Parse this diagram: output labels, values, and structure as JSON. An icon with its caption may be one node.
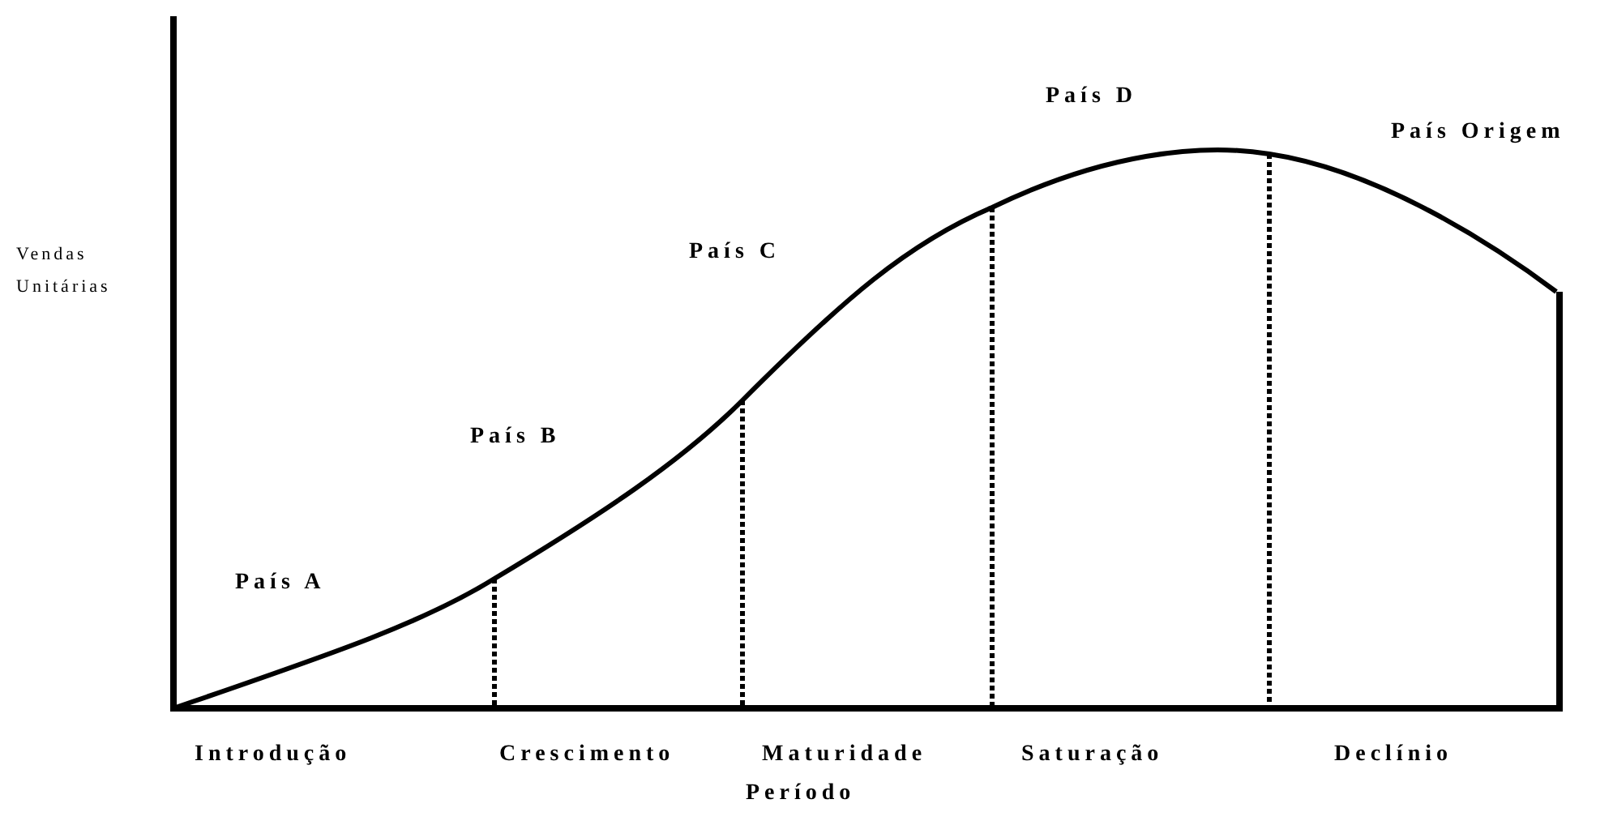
{
  "diagram": {
    "labels": [
      "País D",
      "País Origem",
      "Vendas Unitárias",
      "País C",
      "País B",
      "País A",
      "Introdução",
      "Crescimento",
      "Maturidade",
      "Saturação",
      "Declínio",
      "Período"
    ]
  }
}
